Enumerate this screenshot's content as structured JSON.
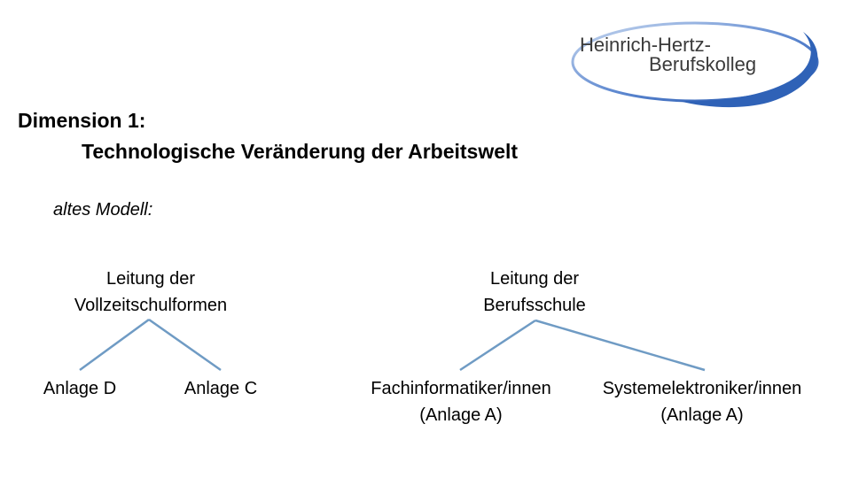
{
  "logo": {
    "line1": "Heinrich-Hertz-",
    "line2": "Berufskolleg",
    "colors": {
      "ring": "#2f62b7",
      "ring_light": "#a7c1e6",
      "text": "#3a3a3a"
    }
  },
  "heading": {
    "line1": "Dimension 1:",
    "line2": "Technologische Veränderung der Arbeitswelt"
  },
  "subtitle": "altes Modell:",
  "tree_left": {
    "root": {
      "line1": "Leitung der",
      "line2": "Vollzeitschulformen"
    },
    "children": [
      "Anlage D",
      "Anlage C"
    ]
  },
  "tree_right": {
    "root": {
      "line1": "Leitung der",
      "line2": "Berufsschule"
    },
    "children": [
      {
        "line1": "Fachinformatiker/innen",
        "line2": "(Anlage A)"
      },
      {
        "line1": "Systemelektroniker/innen",
        "line2": "(Anlage A)"
      }
    ]
  },
  "connector_color": "#6f9bc4"
}
